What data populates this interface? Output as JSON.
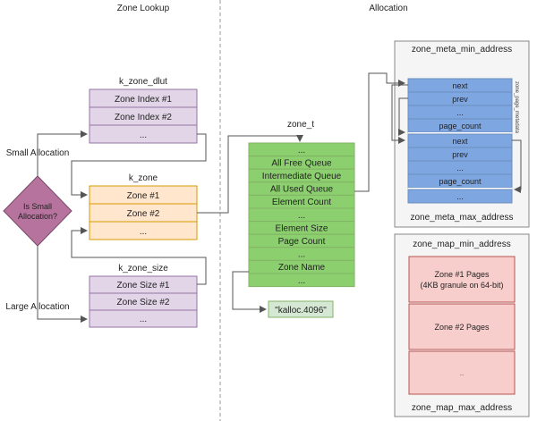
{
  "headers": {
    "zone_lookup": "Zone Lookup",
    "allocation": "Allocation"
  },
  "k_zone_dlut": {
    "title": "k_zone_dlut",
    "rows": [
      "Zone Index #1",
      "Zone Index #2",
      "..."
    ]
  },
  "k_zone": {
    "title": "k_zone",
    "rows": [
      "Zone #1",
      "Zone #2",
      "..."
    ]
  },
  "k_zone_size": {
    "title": "k_zone_size",
    "rows": [
      "Zone Size #1",
      "Zone Size #2",
      "..."
    ]
  },
  "decision": {
    "line1": "Is Small",
    "line2": "Allocation?"
  },
  "branch_labels": {
    "small": "Small Allocation",
    "large": "Large Allocation"
  },
  "zone_t": {
    "title": "zone_t",
    "rows": [
      "...",
      "All Free Queue",
      "Intermediate Queue",
      "All Used Queue",
      "Element Count",
      "...",
      "Element Size",
      "Page Count",
      "...",
      "Zone Name",
      "..."
    ]
  },
  "zone_name_value": "\"kalloc.4096\"",
  "meta_region": {
    "min_label": "zone_meta_min_address",
    "max_label": "zone_meta_max_address",
    "side_label": "zone_page_metadata",
    "block1": [
      "next",
      "prev",
      "...",
      "page_count"
    ],
    "block2": [
      "next",
      "prev",
      "...",
      "page_count"
    ],
    "trailing": "..."
  },
  "map_region": {
    "min_label": "zone_map_min_address",
    "max_label": "zone_map_max_address",
    "pages": [
      {
        "line1": "Zone #1 Pages",
        "line2": "(4KB granule on 64-bit)"
      },
      {
        "line1": "Zone #2 Pages",
        "line2": ""
      },
      {
        "line1": "...",
        "line2": ""
      }
    ]
  },
  "colors": {
    "purple_fill": "#e1d5e7",
    "purple_stroke": "#9673a6",
    "orange_fill": "#ffe6cc",
    "orange_stroke": "#d79b00",
    "green_fill": "#8ccf6f",
    "green_stroke": "#82b366",
    "blue_fill": "#7ea6e0",
    "blue_stroke": "#6c8ebf",
    "red_fill": "#f8cecc",
    "red_stroke": "#b85450",
    "diamond_fill": "#b5739d",
    "gray_fill": "#f5f5f5"
  }
}
